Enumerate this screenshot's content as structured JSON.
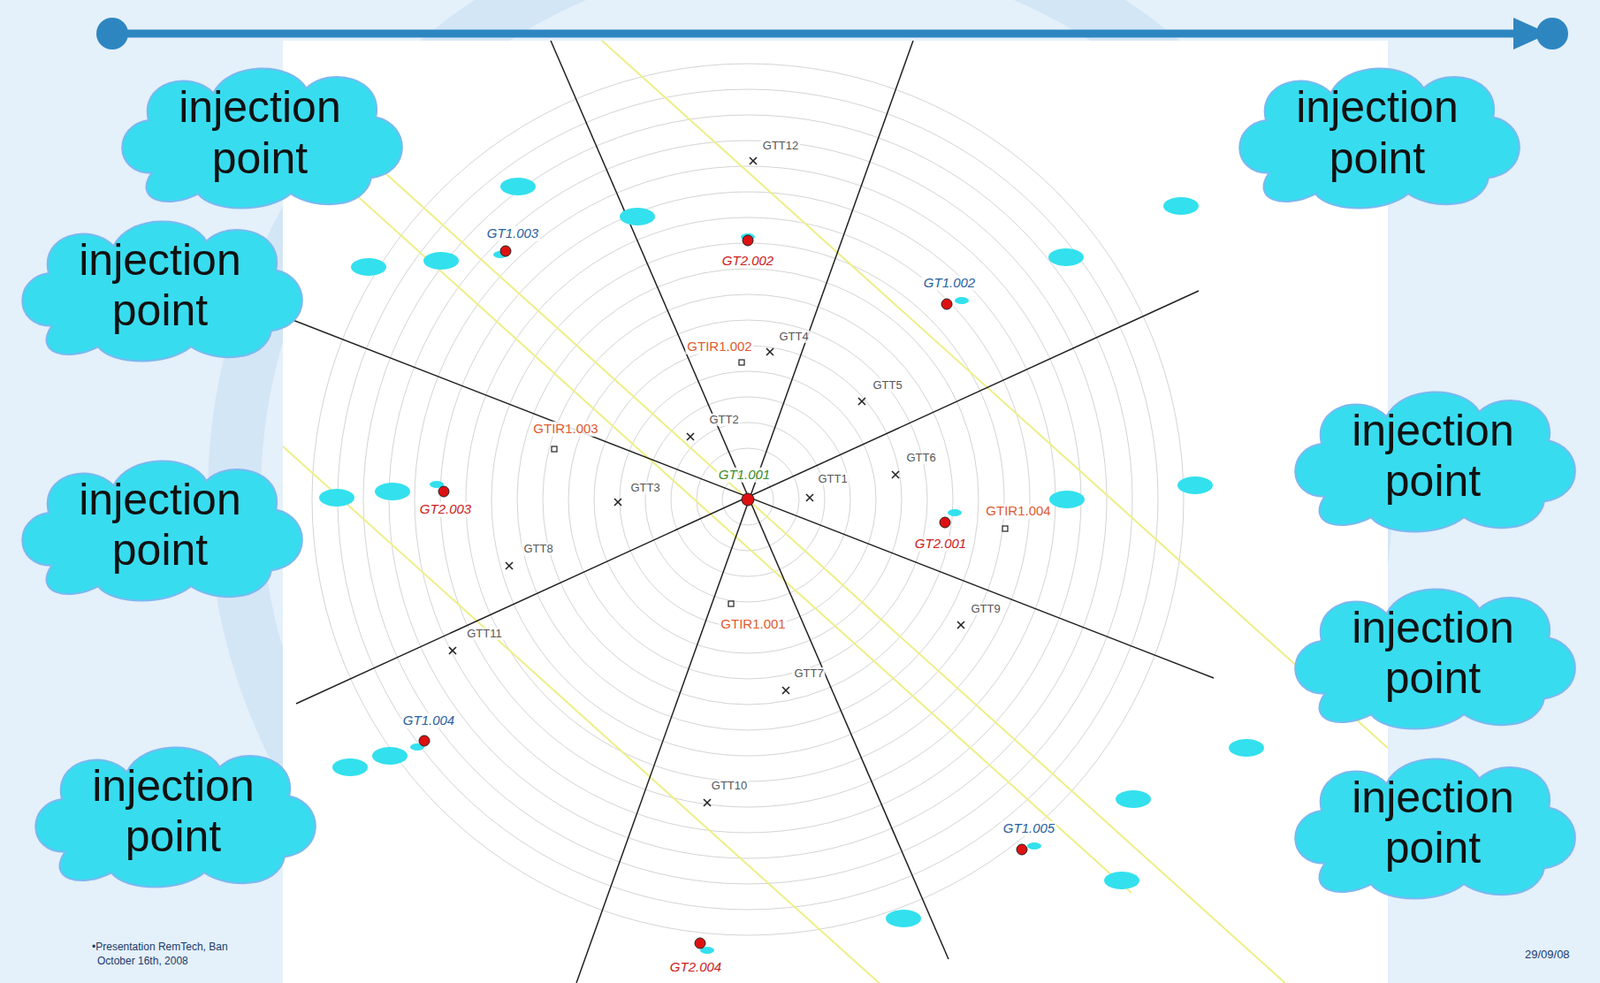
{
  "diagram": {
    "nodes": [
      {
        "text": [
          "injection point"
        ]
      },
      {
        "text": [
          "injection point"
        ]
      },
      {
        "text": [
          "injection point"
        ]
      },
      {
        "text": [
          "injection point"
        ]
      },
      {
        "text": [
          "injection point"
        ]
      },
      {
        "text": [
          "injection point"
        ]
      },
      {
        "text": [
          "injection point"
        ]
      },
      {
        "text": [
          "injection point"
        ]
      }
    ],
    "labels": [
      "GTT12",
      "GT1.003",
      "GT2.002",
      "GT1.002",
      "GTIR1.002",
      "GTT4",
      "GTT5",
      "GTT2",
      "GTIR1.003",
      "GT1.001",
      "GTT1",
      "GTT6",
      "GTT3",
      "GT2.003",
      "GTIR1.004",
      "GT2.001",
      "GTT8",
      "GTIR1.001",
      "GTT9",
      "GTT11",
      "GTT7",
      "GT1.004",
      "GTT10",
      "GT1.005",
      "GT2.004",
      "•Presentation RemTech, Ban",
      "October 16th, 2008",
      "29/09/08"
    ]
  }
}
